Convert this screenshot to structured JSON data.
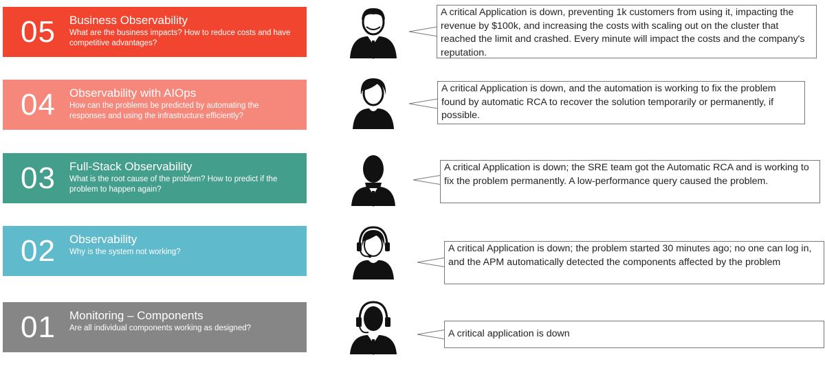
{
  "colors": {
    "level_05": "#f2452f",
    "level_04": "#f6877b",
    "level_03": "#449e8c",
    "level_02": "#5fbacb",
    "level_01": "#868686",
    "icon": "#111111",
    "bubble_border": "#777777"
  },
  "levels": [
    {
      "number": "05",
      "title": "Business Observability",
      "subtitle": "What are the business impacts? How to reduce costs and have competitive advantages?",
      "persona_icon": "business-man-icon",
      "statement": "A critical Application is down, preventing 1k customers from using it, impacting the revenue by $100k, and increasing the costs with scaling out on the cluster that reached the limit and crashed. Every minute will impact the costs and the company's reputation."
    },
    {
      "number": "04",
      "title": "Observability with AIOps",
      "subtitle": "How can the problems be predicted by automating the responses and using the infrastructure efficiently?",
      "persona_icon": "woman-icon",
      "statement": "A critical Application is down, and the automation is working to fix the problem found by automatic RCA to recover the solution temporarily or permanently, if possible."
    },
    {
      "number": "03",
      "title": "Full-Stack Observability",
      "subtitle": "What is the root cause of the problem? How to predict if the problem to happen again?",
      "persona_icon": "engineer-icon",
      "statement": "A critical Application is down; the SRE team got the Automatic RCA and is working to fix the problem permanently. A low-performance query caused the problem."
    },
    {
      "number": "02",
      "title": "Observability",
      "subtitle": "Why is the system not working?",
      "persona_icon": "support-woman-headset-icon",
      "statement": "A critical Application is down; the problem started 30 minutes ago; no one can log in, and the APM automatically detected the components affected by the problem"
    },
    {
      "number": "01",
      "title": "Monitoring – Components",
      "subtitle": "Are all individual components working as designed?",
      "persona_icon": "support-man-headset-icon",
      "statement": "A critical application is down"
    }
  ]
}
